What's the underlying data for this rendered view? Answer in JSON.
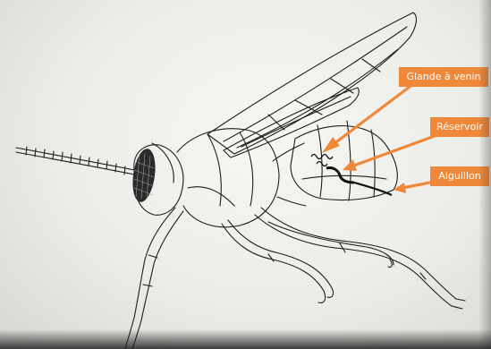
{
  "labels": {
    "glande": "Glande à venin",
    "reservoir": "Réservoir",
    "aiguillon": "Aiguillon"
  },
  "colors": {
    "label_bg": "#f0883a",
    "label_text": "#ffffff",
    "arrow": "#f0883a",
    "ink": "#1e1e1e",
    "paper": "#efefec"
  }
}
